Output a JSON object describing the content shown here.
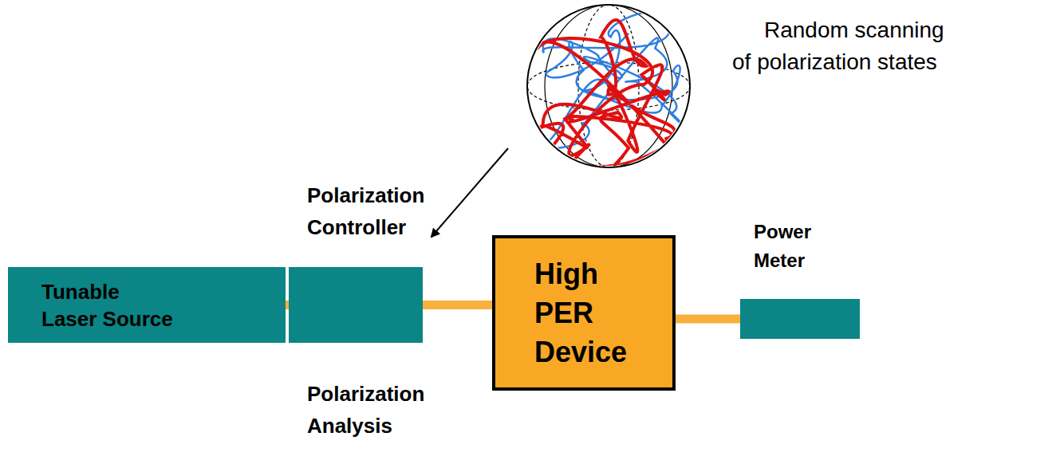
{
  "diagram": {
    "nodes": [
      {
        "text": [
          "Tunable Laser Source"
        ]
      },
      {
        "text": [
          "Polarization Controller",
          "Polarization Analysis"
        ]
      },
      {
        "text": [
          "High PER Device"
        ]
      },
      {
        "text": [
          "Power Meter"
        ]
      }
    ],
    "edges": [
      {
        "from": 0,
        "to": 1,
        "arrow": "none"
      },
      {
        "from": 1,
        "to": 2,
        "arrow": "none"
      },
      {
        "from": 2,
        "to": 3,
        "arrow": "none"
      }
    ],
    "labels": [
      "Random scanning of polarization states"
    ]
  }
}
